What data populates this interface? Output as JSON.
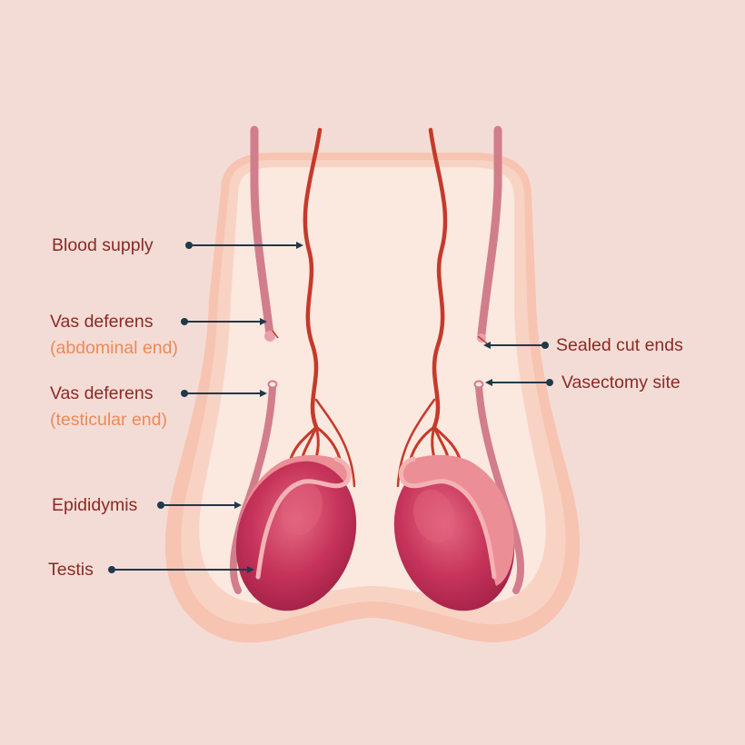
{
  "labels": {
    "blood_supply": "Blood supply",
    "vas_deferens_abdominal": {
      "title": "Vas deferens",
      "sub": "(abdominal end)"
    },
    "vas_deferens_testicular": {
      "title": "Vas deferens",
      "sub": "(testicular end)"
    },
    "epididymis": "Epididymis",
    "testis": "Testis",
    "sealed_cut_ends": "Sealed cut ends",
    "vasectomy_site": "Vasectomy site"
  },
  "colors": {
    "background": "#f4dcd6",
    "body_outer": "#f7c4b2",
    "body_mid": "#f8d3c4",
    "body_inner": "#fbe8df",
    "label_text": "#8b2a25",
    "label_subtext": "#ec8a58",
    "leader_line": "#1e3a4a",
    "vessel": "#c53a2b",
    "vas_deferens": "#d27d8c",
    "testis": "#c7345b",
    "testis_highlight": "#e0607a",
    "epididymis": "#ec8e95"
  }
}
